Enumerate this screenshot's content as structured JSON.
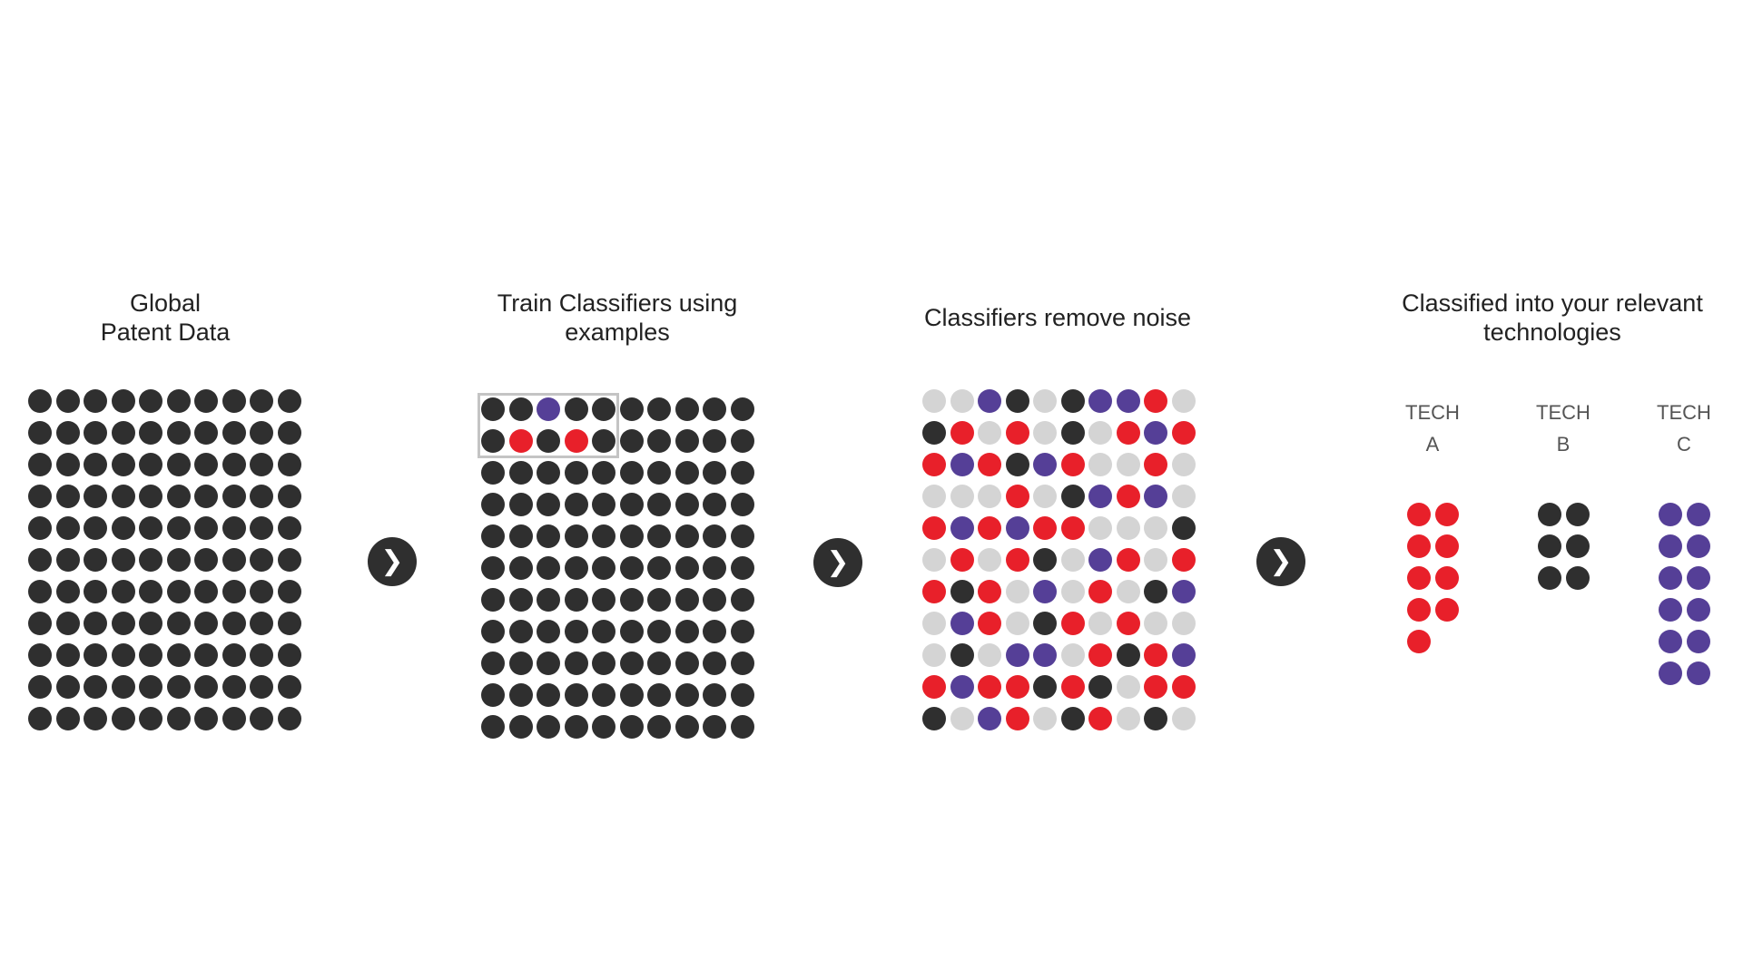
{
  "colors": {
    "dark": "#2f2f2f",
    "red": "#e8202a",
    "purple": "#553f97",
    "grey": "#d4d4d4"
  },
  "arrow_glyph": "❯",
  "steps": [
    {
      "title_lines": [
        "Global",
        "Patent Data"
      ],
      "grid": [
        "DDDDDDDDDD",
        "DDDDDDDDDD",
        "DDDDDDDDDD",
        "DDDDDDDDDD",
        "DDDDDDDDDD",
        "DDDDDDDDDD",
        "DDDDDDDDDD",
        "DDDDDDDDDD",
        "DDDDDDDDDD",
        "DDDDDDDDDD",
        "DDDDDDDDDD"
      ]
    },
    {
      "title_lines": [
        "Train Classifiers using",
        "examples"
      ],
      "grid": [
        "DDPDDDDDDD",
        "DRDRDDDDDD",
        "DDDDDDDDDD",
        "DDDDDDDDDD",
        "DDDDDDDDDD",
        "DDDDDDDDDD",
        "DDDDDDDDDD",
        "DDDDDDDDDD",
        "DDDDDDDDDD",
        "DDDDDDDDDD",
        "DDDDDDDDDD"
      ]
    },
    {
      "title_lines": [
        "Classifiers remove noise"
      ],
      "grid": [
        "GGPDGDPPRG",
        "DRGRGDGRPR",
        "RPRDPRGGRG",
        "GGGRGDPRPG",
        "RPRPRRGGGD",
        "GRGRDGPRGR",
        "RDRGPGRGDP",
        "GPRGDRGRGG",
        "GDGPPGRDRP",
        "RPRRDRDGRR",
        "DGPRGDRGDG"
      ]
    },
    {
      "title_lines": [
        "Classified into your relevant",
        "technologies"
      ],
      "techs": [
        {
          "label_lines": [
            "TECH",
            "A"
          ],
          "color": "red",
          "count": 9
        },
        {
          "label_lines": [
            "TECH",
            "B"
          ],
          "color": "dark",
          "count": 6
        },
        {
          "label_lines": [
            "TECH",
            "C"
          ],
          "color": "purple",
          "count": 12
        }
      ]
    }
  ]
}
